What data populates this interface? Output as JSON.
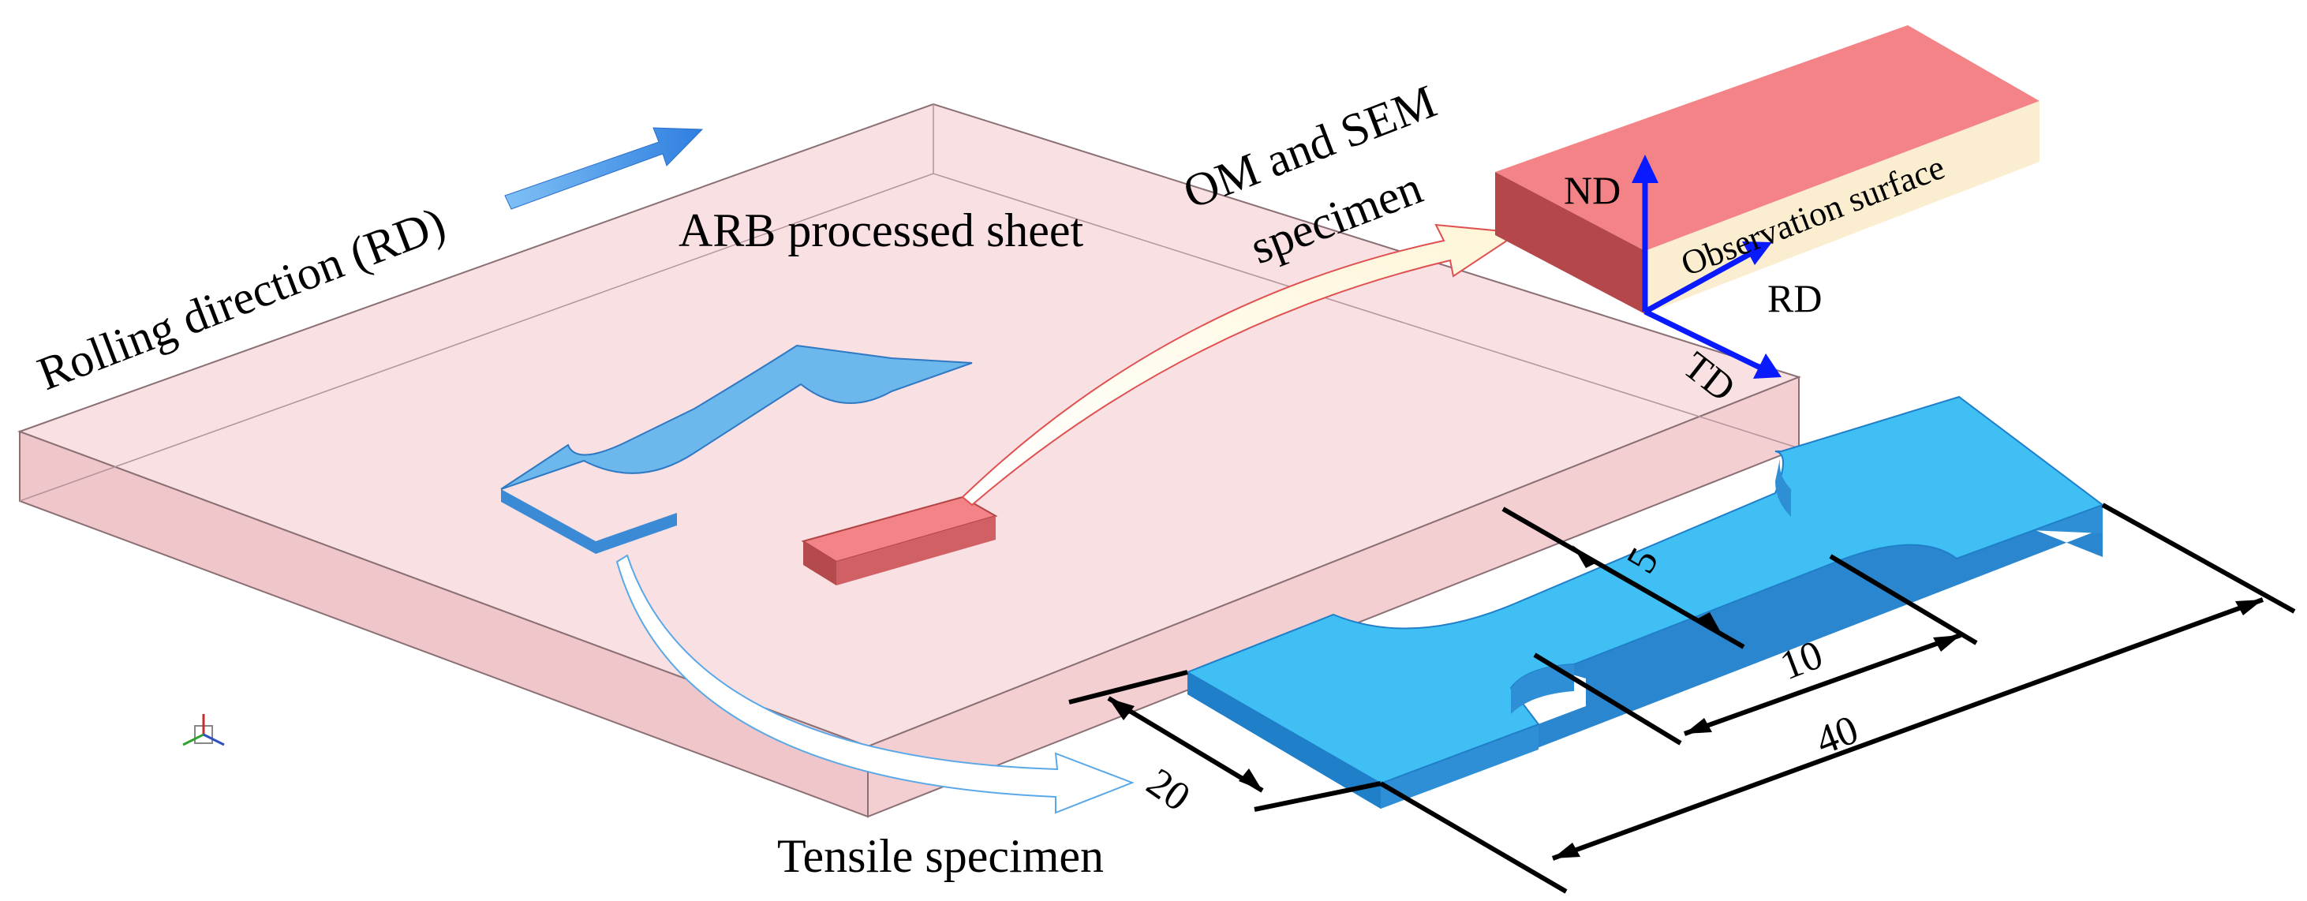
{
  "labels": {
    "rolling_direction": "Rolling direction (RD)",
    "sheet": "ARB processed sheet",
    "om_sem_line1": "OM and SEM",
    "om_sem_line2": "specimen",
    "tensile": "Tensile specimen",
    "observation_surface": "Observation surface",
    "nd": "ND",
    "rd": "RD",
    "td": "TD"
  },
  "dimensions": {
    "gauge_width": "5",
    "gauge_length": "10",
    "total_length": "40",
    "grip_width": "20"
  },
  "colors": {
    "sheet_top": "#fbe1e3",
    "sheet_side": "#f0c4c8",
    "sheet_edge": "#8a7074",
    "specimen_blue": "#40bff5",
    "specimen_blue_side": "#1f7fc8",
    "small_blue": "#6cb8ec",
    "om_red": "#f28285",
    "om_red_side": "#b24446",
    "obs_face": "#fbeed0",
    "axis_blue": "#0a1aff",
    "arrow_blue": "#3e8ee6"
  }
}
